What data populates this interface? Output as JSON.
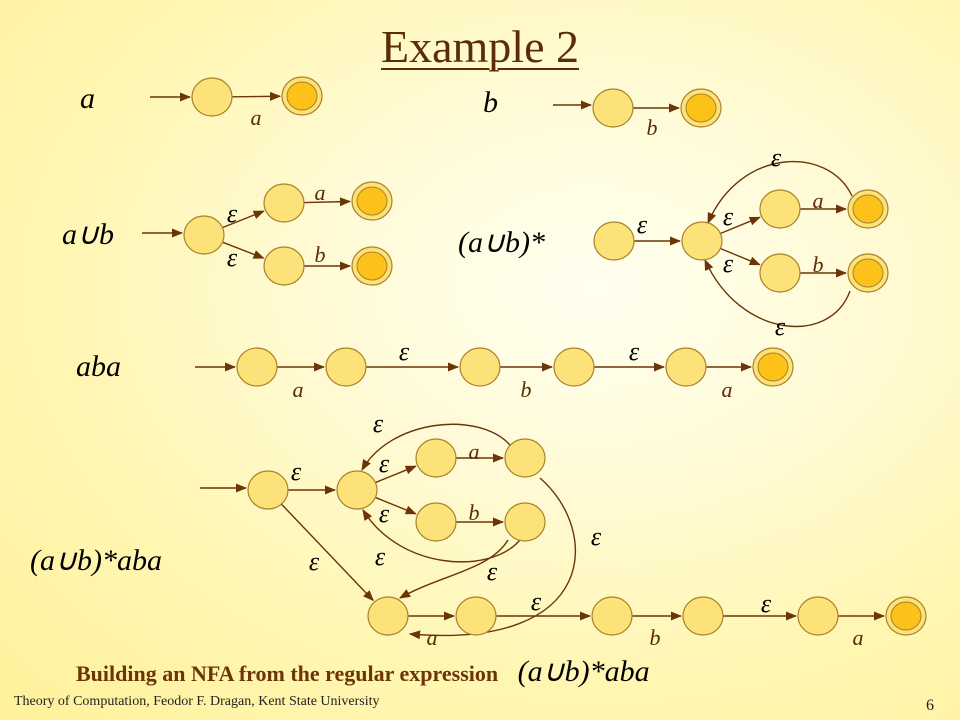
{
  "title": "Example 2",
  "caption": {
    "text": "Building an NFA from the regular expression",
    "expression": "(a∪b)*aba"
  },
  "footer": {
    "left": "Theory of Computation, Feodor F. Dragan, Kent State University",
    "page": "6"
  },
  "colors": {
    "state_fill": "#fde27a",
    "state_stroke": "#a8822a",
    "accept_inner": "#fcc21a",
    "edge": "#6b3508",
    "label": "#5a2d06"
  },
  "glyphs": {
    "epsilon": "ε",
    "a": "a",
    "b": "b"
  },
  "expressions": [
    {
      "id": "expr-a",
      "text": "a"
    },
    {
      "id": "expr-b",
      "text": "b"
    },
    {
      "id": "expr-union",
      "text": "a∪b"
    },
    {
      "id": "expr-union-star",
      "text": "(a∪b)*"
    },
    {
      "id": "expr-aba",
      "text": "aba"
    },
    {
      "id": "expr-full",
      "text": "(a∪b)*aba"
    }
  ]
}
